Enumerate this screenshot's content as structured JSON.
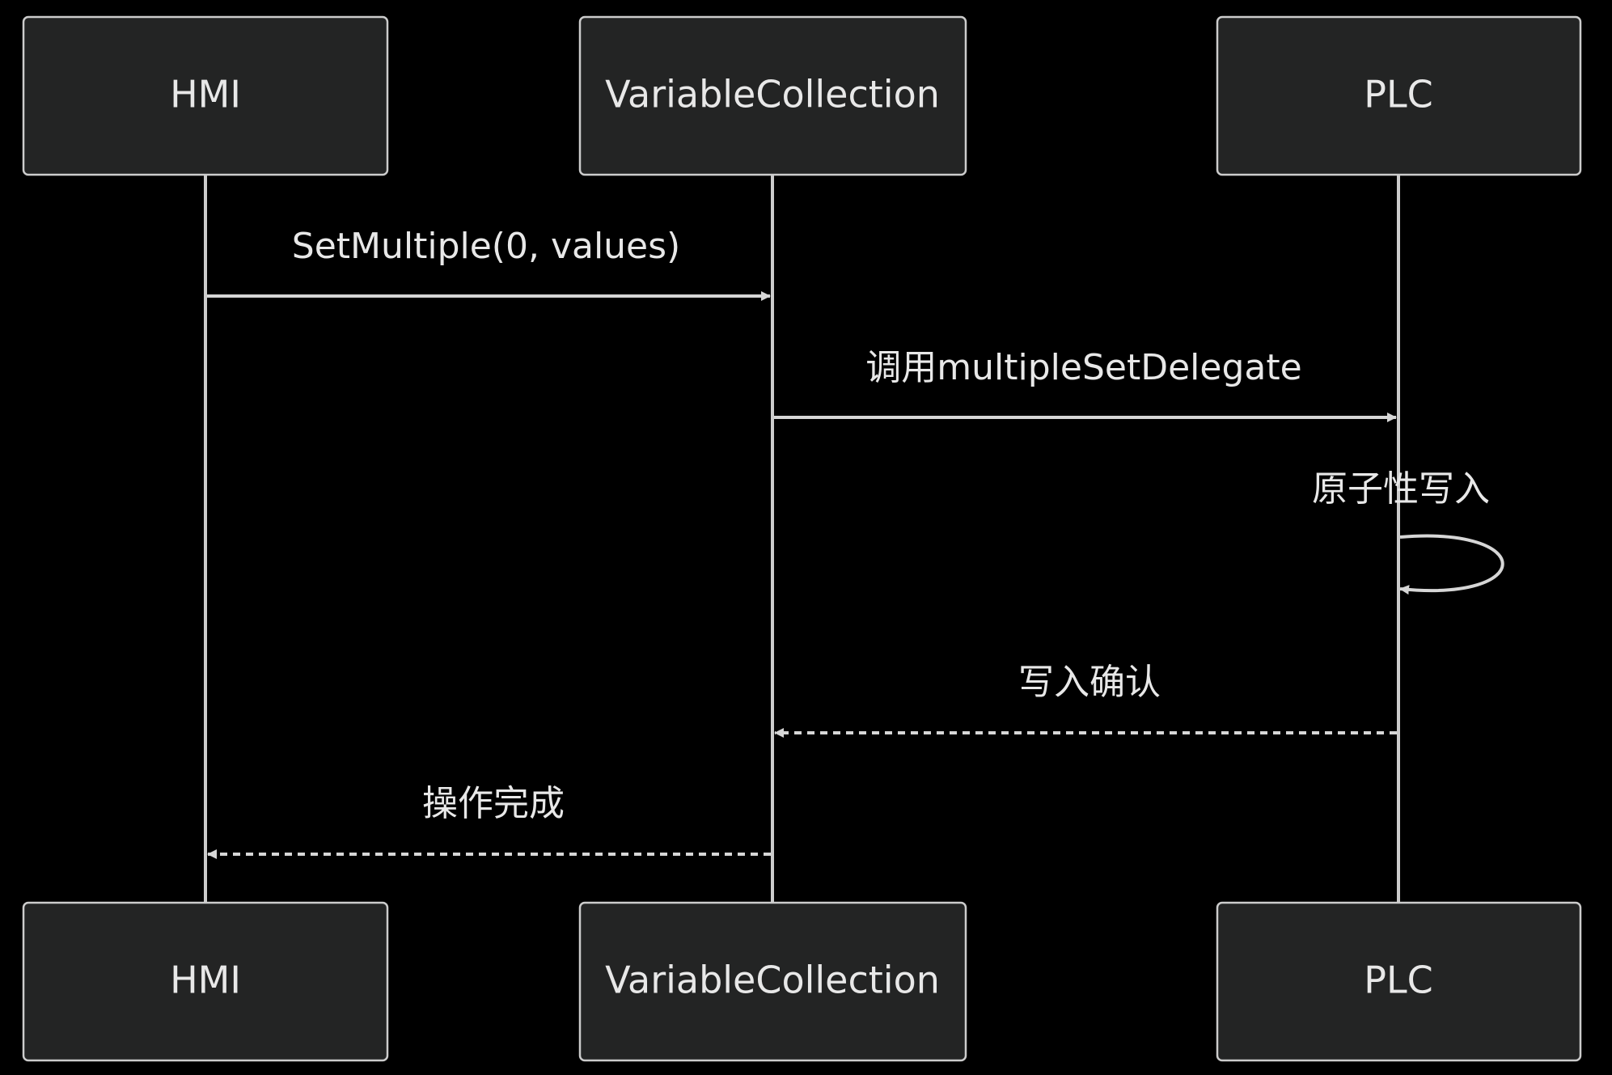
{
  "actors": [
    {
      "id": "hmi",
      "name": "HMI"
    },
    {
      "id": "variablecollection",
      "name": "VariableCollection"
    },
    {
      "id": "plc",
      "name": "PLC"
    }
  ],
  "messages": [
    {
      "id": "m1",
      "from": "hmi",
      "to": "variablecollection",
      "label": "SetMultiple(0, values)",
      "style": "solid"
    },
    {
      "id": "m2",
      "from": "variablecollection",
      "to": "plc",
      "label": "调用multipleSetDelegate",
      "style": "solid"
    },
    {
      "id": "m3",
      "from": "plc",
      "to": "plc",
      "label": "原子性写入",
      "style": "solid"
    },
    {
      "id": "m4",
      "from": "plc",
      "to": "variablecollection",
      "label": "写入确认",
      "style": "dashed"
    },
    {
      "id": "m5",
      "from": "variablecollection",
      "to": "hmi",
      "label": "操作完成",
      "style": "dashed"
    }
  ]
}
